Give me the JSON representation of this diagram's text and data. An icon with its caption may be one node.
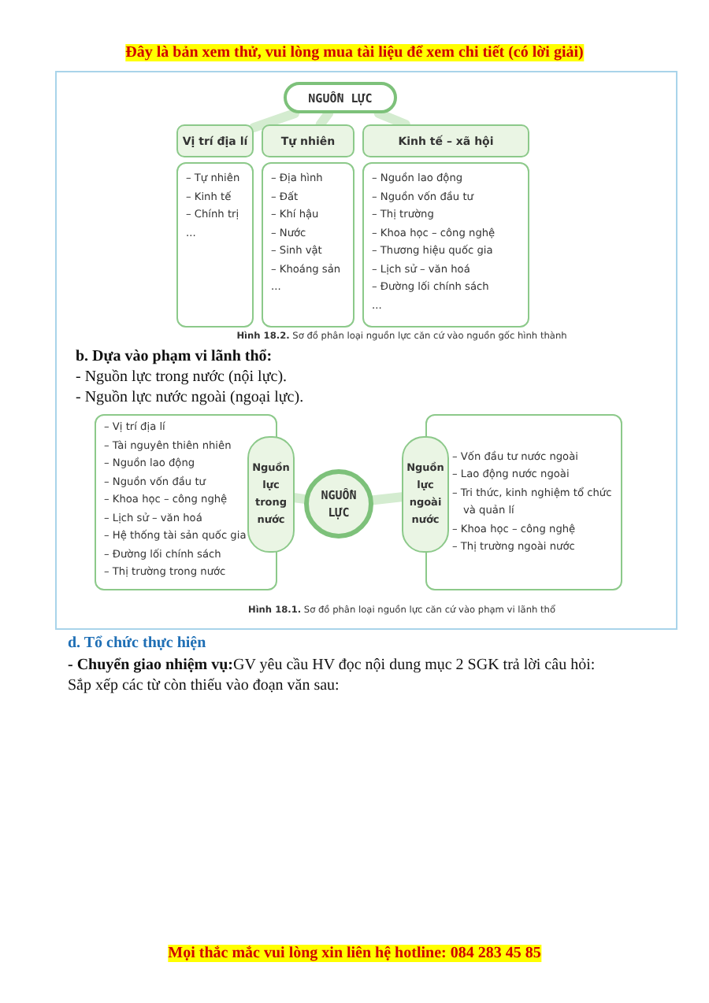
{
  "diagram": {
    "nodes": [
      {
        "text": [
          "NGUỒN LỰC"
        ]
      },
      {
        "text": [
          "Vị trí địa lí"
        ]
      },
      {
        "text": [
          "Tự nhiên"
        ]
      },
      {
        "text": [
          "Kinh tế – xã hội"
        ]
      },
      {
        "text": [
          "– Tự nhiên",
          "– Kinh tế",
          "– Chính trị",
          "..."
        ]
      },
      {
        "text": [
          "– Địa hình",
          "– Đất",
          "– Khí hậu",
          "– Nước",
          "– Sinh vật",
          "– Khoáng sản",
          "..."
        ]
      },
      {
        "text": [
          "– Nguồn lao động",
          "– Nguồn vốn đầu tư",
          "– Thị trường",
          "– Khoa học – công nghệ",
          "– Thương hiệu quốc gia",
          "– Lịch sử – văn hoá",
          "– Đường lối chính sách",
          "..."
        ]
      },
      {
        "text": [
          "– Vị trí địa lí",
          "– Tài nguyên thiên nhiên",
          "– Nguồn lao động",
          "– Nguồn vốn đầu tư",
          "– Khoa học – công nghệ",
          "– Lịch sử – văn hoá",
          "– Hệ thống tài sản quốc gia",
          "– Đường lối chính sách",
          "– Thị trường trong nước"
        ]
      },
      {
        "text": [
          "Nguồn lực trong nước"
        ]
      },
      {
        "text": [
          "NGUỒN LỰC"
        ]
      },
      {
        "text": [
          "Nguồn lực ngoài nước"
        ]
      },
      {
        "text": [
          "– Vốn đầu tư nước ngoài",
          "– Lao động nước ngoài",
          "– Tri thức, kinh nghiệm tổ chức và quản lí",
          "– Khoa học – công nghệ",
          "– Thị trường ngoài nước"
        ]
      }
    ],
    "edges": [
      {
        "from": 0,
        "to": 1,
        "arrow": "none"
      },
      {
        "from": 0,
        "to": 2,
        "arrow": "none"
      },
      {
        "from": 0,
        "to": 3,
        "arrow": "none"
      },
      {
        "from": 9,
        "to": 8,
        "arrow": "none"
      },
      {
        "from": 9,
        "to": 10,
        "arrow": "none"
      }
    ],
    "labels": [
      "Đây là bản xem thử, vui lòng mua tài liệu để xem chi tiết (có lời giải)",
      "**Hình 18.2.** Sơ đồ phân loại nguồn lực căn cứ vào nguồn gốc hình thành",
      "b. Dựa vào phạm vi lãnh thổ:",
      "- Nguồn lực trong nước (nội lực).",
      "- Nguồn lực nước ngoài (ngoại lực).",
      "**Hình 18.1.** Sơ đồ phân loại nguồn lực căn cứ vào phạm vi lãnh thổ",
      "d. Tổ chức thực hiện",
      "**- Chuyển giao nhiệm vụ:**GV yêu cầu HV đọc nội dung mục 2 SGK trả lời câu hỏi:",
      "Sắp xếp các từ còn thiếu vào đoạn văn sau:",
      "Mọi thắc mắc vui lòng xin liên hệ hotline: 084 283 45 85"
    ]
  }
}
